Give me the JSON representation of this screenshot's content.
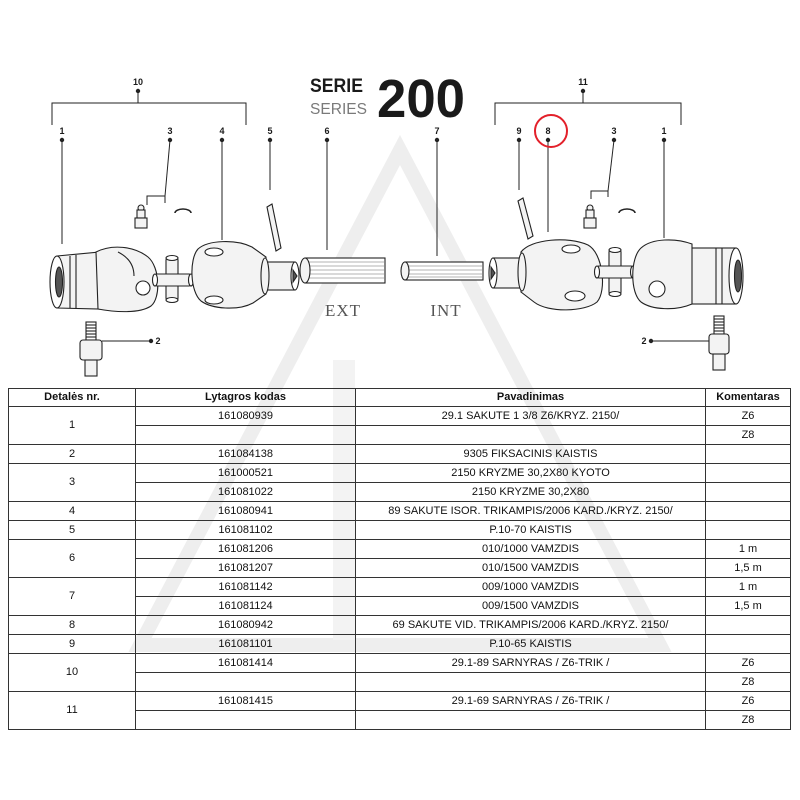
{
  "title": {
    "serie": "SERIE",
    "series": "SERIES",
    "number": "200"
  },
  "diagram": {
    "callouts": {
      "group_left": "10",
      "group_right": "11",
      "left_outer_yoke": "1",
      "left_cross": "3",
      "left_inner_yoke": "4",
      "left_pin": "5",
      "ext_tube": "6",
      "int_tube": "7",
      "right_pin": "9",
      "right_inner_yoke": "8",
      "right_cross": "3",
      "right_outer_yoke": "1",
      "left_lock_pin": "2",
      "right_lock_pin": "2"
    },
    "tube_labels": {
      "ext": "EXT",
      "int": "INT"
    }
  },
  "table": {
    "headers": {
      "nr": "Detalės nr.",
      "code": "Lytagros kodas",
      "name": "Pavadinimas",
      "comment": "Komentaras"
    },
    "groups": [
      {
        "nr": "1",
        "rows": [
          {
            "code": "161080939",
            "name": "29.1 SAKUTE 1 3/8 Z6/KRYZ. 2150/",
            "comment": "Z6"
          },
          {
            "comment": "Z8"
          }
        ]
      },
      {
        "nr": "2",
        "rows": [
          {
            "code": "161084138",
            "name": "9305 FIKSACINIS KAISTIS"
          }
        ]
      },
      {
        "nr": "3",
        "rows": [
          {
            "code": "161000521",
            "name": "2150 KRYZME 30,2X80 KYOTO"
          },
          {
            "code": "161081022",
            "name": "2150 KRYZME 30,2X80"
          }
        ]
      },
      {
        "nr": "4",
        "rows": [
          {
            "code": "161080941",
            "name": "89 SAKUTE ISOR. TRIKAMPIS/2006 KARD./KRYZ. 2150/"
          }
        ]
      },
      {
        "nr": "5",
        "rows": [
          {
            "code": "161081102",
            "name": "P.10-70 KAISTIS"
          }
        ]
      },
      {
        "nr": "6",
        "rows": [
          {
            "code": "161081206",
            "name": "010/1000 VAMZDIS",
            "comment": "1 m"
          },
          {
            "code": "161081207",
            "name": "010/1500 VAMZDIS",
            "comment": "1,5 m"
          }
        ]
      },
      {
        "nr": "7",
        "rows": [
          {
            "code": "161081142",
            "name": "009/1000 VAMZDIS",
            "comment": "1 m"
          },
          {
            "code": "161081124",
            "name": "009/1500 VAMZDIS",
            "comment": "1,5 m"
          }
        ]
      },
      {
        "nr": "8",
        "rows": [
          {
            "code": "161080942",
            "name": "69 SAKUTE VID. TRIKAMPIS/2006 KARD./KRYZ. 2150/"
          }
        ]
      },
      {
        "nr": "9",
        "rows": [
          {
            "code": "161081101",
            "name": "P.10-65 KAISTIS"
          }
        ]
      },
      {
        "nr": "10",
        "rows": [
          {
            "code": "161081414",
            "name": "29.1-89 SARNYRAS / Z6-TRIK /",
            "comment": "Z6"
          },
          {
            "comment": "Z8"
          }
        ]
      },
      {
        "nr": "11",
        "rows": [
          {
            "code": "161081415",
            "name": "29.1-69 SARNYRAS / Z6-TRIK /",
            "comment": "Z6"
          },
          {
            "comment": "Z8"
          }
        ]
      }
    ]
  },
  "colors": {
    "line_art": "#222222",
    "highlight": "#e3202a",
    "series_gray": "#7a7a7a",
    "watermark": "#eeeeee"
  }
}
